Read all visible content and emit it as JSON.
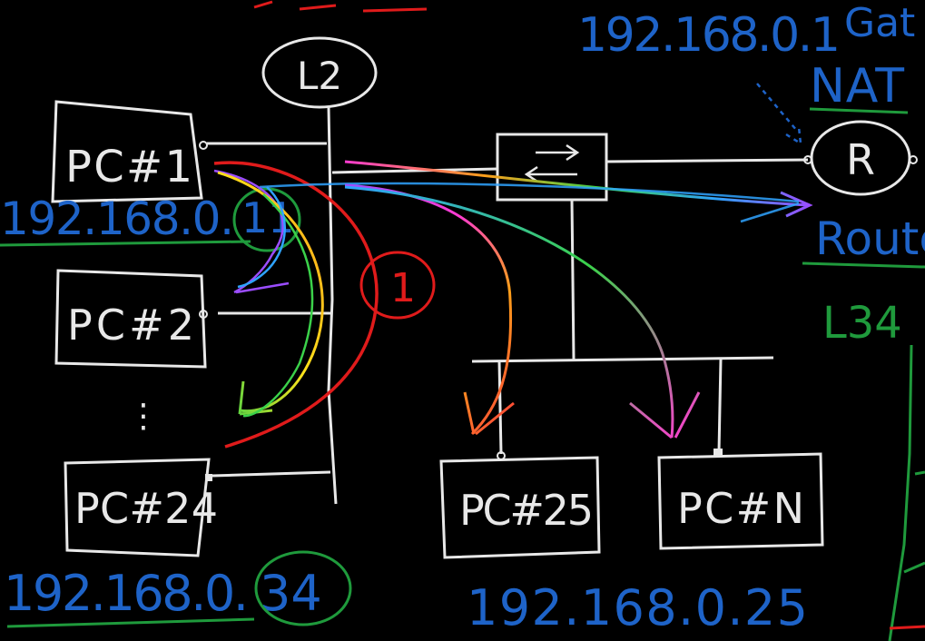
{
  "canvas": {
    "background": "#000000"
  },
  "colors": {
    "chalk": "#e8e8e8",
    "blue": "#1e63c8",
    "green": "#1f9a3c",
    "red": "#e01b1b",
    "rainbow": [
      "#ff3b3b",
      "#ff9f1a",
      "#ffe21a",
      "#3bd14a",
      "#2fa3ff",
      "#9b4dff",
      "#ff3bd1"
    ]
  },
  "nodes": {
    "switch_label": "L2",
    "router_label": "R",
    "pc1": "PC#1",
    "pc2": "PC#2",
    "pc24": "PC#24",
    "pc25": "PC#25",
    "pcn": "PC#N",
    "ellipsis": "⋮"
  },
  "annotations": {
    "gateway_ip_partial": "192.168.0.1",
    "gateway_word_partial": "Gat",
    "nat": "NAT",
    "router_word_partial": "Route",
    "l3_partial": "L34",
    "ip_pc1": "192.168.0.",
    "ip_pc1_suffix": "11",
    "ip_pc24": "192.168.0.",
    "ip_pc24_suffix": "34",
    "ip_pc25": "192.168.0.25",
    "marker_one": "1"
  },
  "icons": [
    "switch-icon"
  ]
}
